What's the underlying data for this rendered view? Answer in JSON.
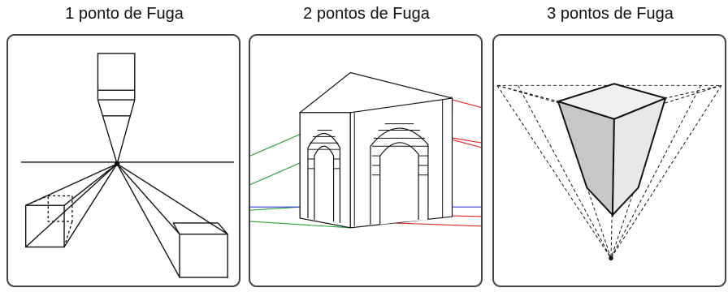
{
  "panels": [
    {
      "title": "1 ponto de Fuga"
    },
    {
      "title": "2 pontos de Fuga"
    },
    {
      "title": "3 pontos de Fuga"
    }
  ],
  "colors": {
    "line": "#111111",
    "red": "#e02020",
    "green": "#20a030",
    "blue": "#3040d0",
    "shade": "#c8c8c8",
    "shade_light": "#e8e8e8"
  }
}
